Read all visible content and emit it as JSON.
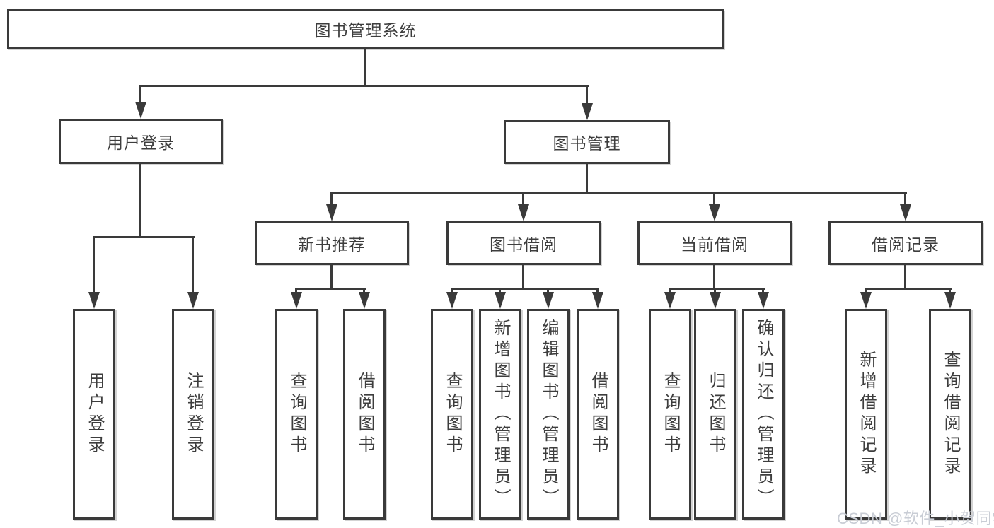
{
  "diagram": {
    "title": "图书管理系统",
    "root": "图书管理系统",
    "level2": [
      "用户登录",
      "图书管理"
    ],
    "level3": [
      "新书推荐",
      "图书借阅",
      "当前借阅",
      "借阅记录"
    ],
    "leaves": {
      "login": [
        "用户登录",
        "注销登录"
      ],
      "newbook": [
        "查询图书",
        "借阅图书"
      ],
      "borrow": [
        "查询图书",
        "新增图书（管理员）",
        "编辑图书（管理员）",
        "借阅图书"
      ],
      "current": [
        "查询图书",
        "归还图书",
        "确认归还（管理员）"
      ],
      "records": [
        "新增借阅记录",
        "查询借阅记录"
      ]
    }
  },
  "watermark": "CSDN @软件_小贺同学",
  "colors": {
    "line": "#3a3a3a",
    "text": "#3d3d3d",
    "watermark": "#c9cdd5",
    "background": "#ffffff"
  }
}
